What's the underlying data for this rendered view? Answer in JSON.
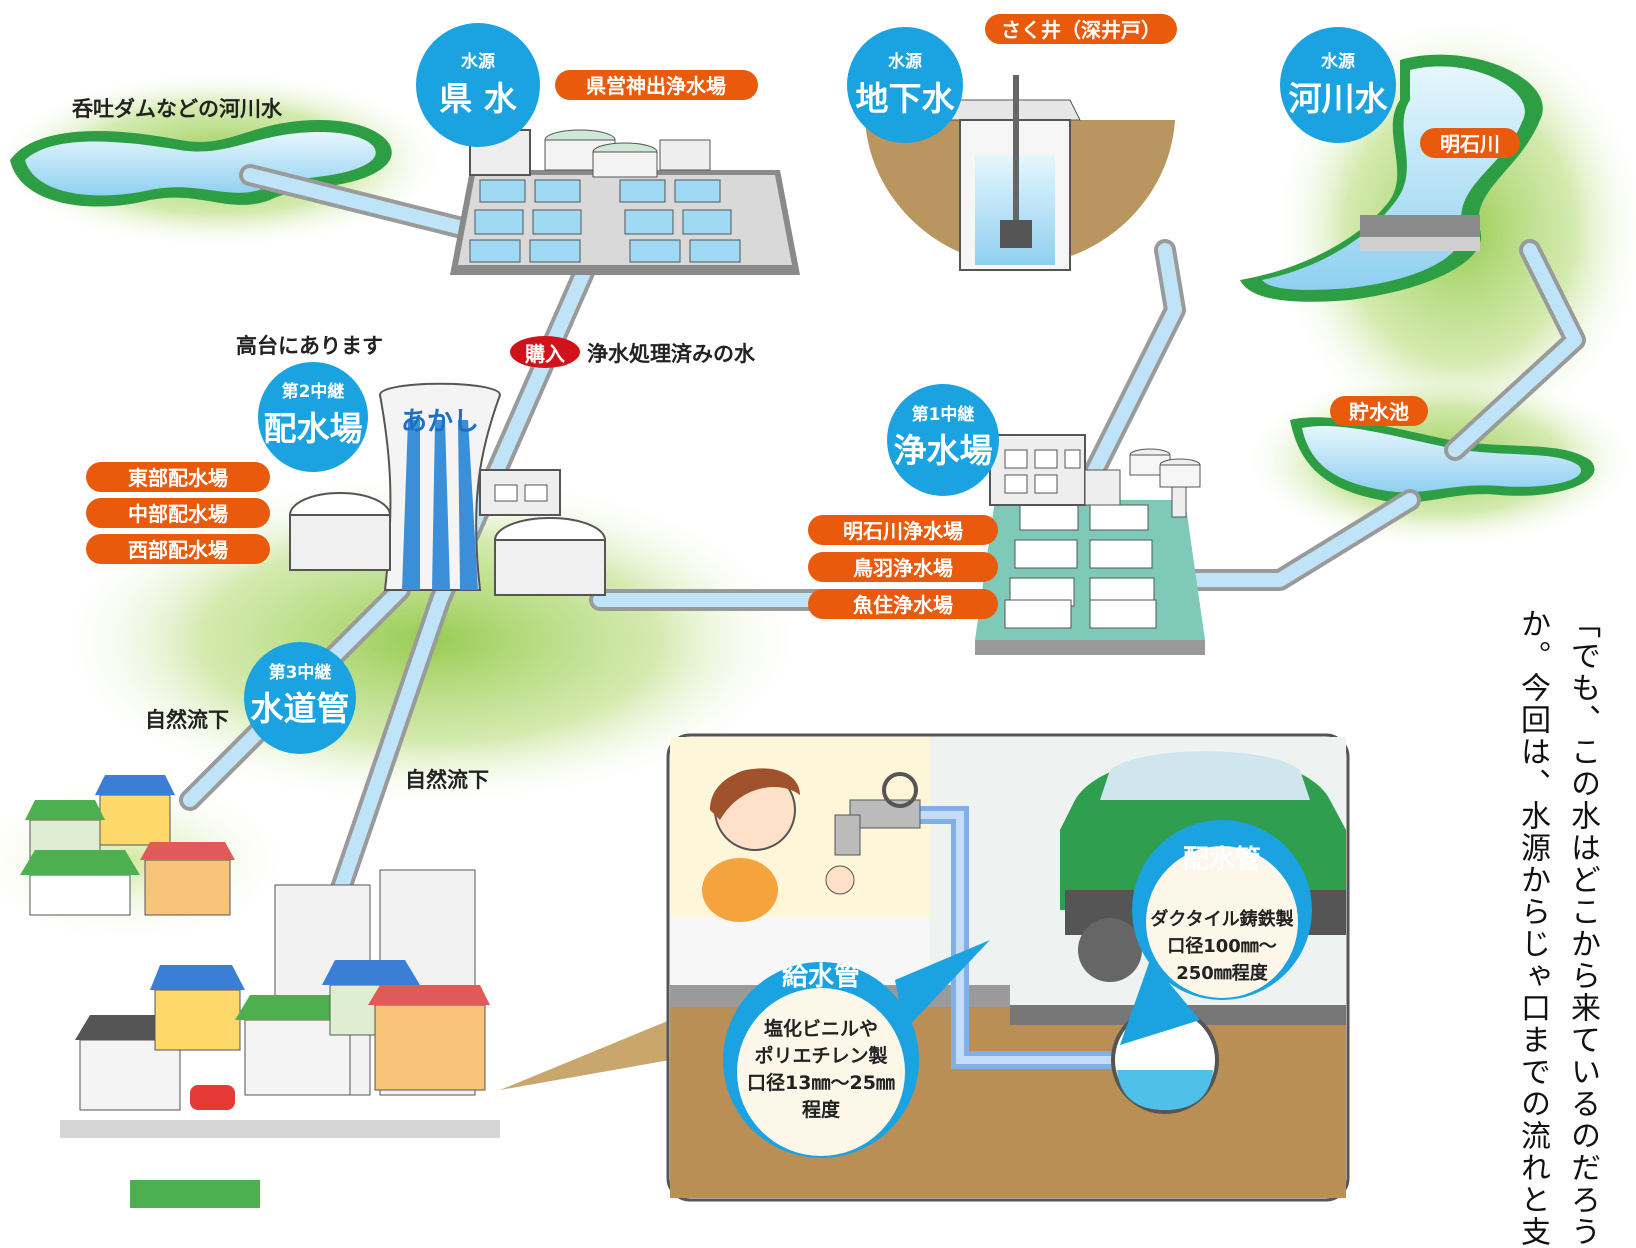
{
  "sources": {
    "prefectural": {
      "tag": "水源",
      "name": "県 水",
      "river_label": "呑吐ダムなどの河川水",
      "plant": "県営神出浄水場"
    },
    "groundwater": {
      "tag": "水源",
      "name": "地下水",
      "well": "さく井（深井戸）"
    },
    "river": {
      "tag": "水源",
      "name": "河川水",
      "river_name": "明石川",
      "reservoir": "貯水池"
    }
  },
  "purchase": {
    "badge": "購入",
    "text": "浄水処理済みの水"
  },
  "relay1": {
    "tag": "第1中継",
    "name": "浄水場",
    "plants": [
      "明石川浄水場",
      "鳥羽浄水場",
      "魚住浄水場"
    ]
  },
  "relay2": {
    "tag": "第2中継",
    "name": "配水場",
    "note": "高台にあります",
    "tower": "あかし",
    "plants": [
      "東部配水場",
      "中部配水場",
      "西部配水場"
    ]
  },
  "relay3": {
    "tag": "第3中継",
    "name": "水道管",
    "flow_left": "自然流下",
    "flow_right": "自然流下"
  },
  "service_pipe": {
    "title": "給水管",
    "lines": [
      "塩化ビニルや",
      "ポリエチレン製",
      "口径13㎜～25㎜",
      "程度"
    ]
  },
  "main_pipe": {
    "title": "配水管",
    "lines": [
      "ダクタイル鋳鉄製",
      "口径100㎜～",
      "250㎜程度"
    ]
  },
  "side_text": [
    "「でも、この水はどこから来ているのだろう",
    "か。今回は、水源からじゃ口までの流れと支"
  ],
  "colors": {
    "blue": "#1aa3e0",
    "orange": "#e95a0c",
    "red": "#d0121b",
    "pipe": "#bfe4f7",
    "green": "#2e9e45"
  }
}
